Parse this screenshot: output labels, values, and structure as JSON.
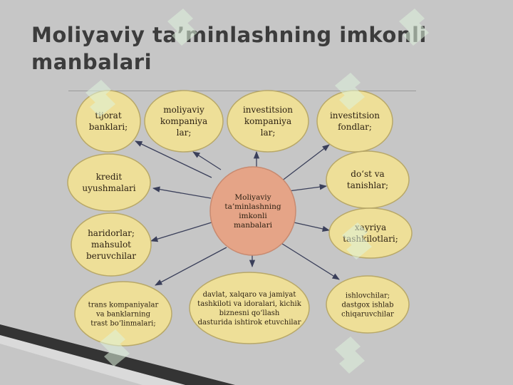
{
  "slide": {
    "title_lines": [
      "Moliyaviy ta’minlashning imkonli",
      "manbalari"
    ]
  },
  "diagram": {
    "center": [
      "Moliyaviy",
      "ta’minlashning",
      "imkonli",
      "manbalari"
    ],
    "nodes": [
      {
        "id": "tijorat",
        "lines": [
          "tijorat",
          "banklari;"
        ]
      },
      {
        "id": "moliyaviy-kompaniya",
        "lines": [
          "moliyaviy",
          "kompaniya",
          "lar;"
        ]
      },
      {
        "id": "investitsion-kompaniya",
        "lines": [
          "investitsion",
          "kompaniya",
          "lar;"
        ]
      },
      {
        "id": "investitsion-fondlar",
        "lines": [
          "investitsion",
          "fondlar;"
        ]
      },
      {
        "id": "kredit",
        "lines": [
          "kredit",
          "uyushmalari"
        ]
      },
      {
        "id": "dost",
        "lines": [
          "do‘st va",
          "tanishlar;"
        ]
      },
      {
        "id": "haridorlar",
        "lines": [
          "haridorlar;",
          "mahsulot",
          "beruvchilar"
        ]
      },
      {
        "id": "xayriya",
        "lines": [
          "xayriya",
          "tashkilotlari;"
        ]
      },
      {
        "id": "trans",
        "lines": [
          "trans kompaniyalar",
          "va banklarning",
          "trast bo‘linmalari;"
        ]
      },
      {
        "id": "davlat",
        "lines": [
          "davlat, xalqaro va jamiyat",
          "tashkiloti va idoralari, kichik",
          "biznesni qo‘llash",
          "dasturida ishtirok etuvchilar"
        ]
      },
      {
        "id": "ishlovchilar",
        "lines": [
          "ishlovchilar;",
          "dastgox ishlab",
          "chiqaruvchilar"
        ]
      }
    ]
  },
  "colors": {
    "background": "#c6c6c6",
    "node_fill": "#eedf98",
    "node_stroke": "#b8a868",
    "center_fill": "#e5a487",
    "center_stroke": "#c88a70",
    "arrow": "#3a3f5a",
    "watermark": "#dff2dc"
  },
  "watermark_icon": "soft-watermark-icon"
}
